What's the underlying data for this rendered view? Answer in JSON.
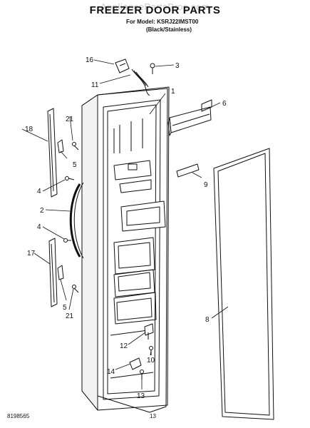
{
  "header": {
    "watermark": "AppliancePartsPros.com",
    "title": "FREEZER DOOR PARTS",
    "model_line": "For Model: KSRJ22IMST00",
    "variant_line": "(Black/Stainless)"
  },
  "callouts": {
    "c1": "1",
    "c2": "2",
    "c3": "3",
    "c4a": "4",
    "c4b": "4",
    "c5a": "5",
    "c5b": "5",
    "c6": "6",
    "c8": "8",
    "c9": "9",
    "c10": "10",
    "c11": "11",
    "c12": "12",
    "c13": "13",
    "c14": "14",
    "c16": "16",
    "c17": "17",
    "c18": "18",
    "c21a": "21",
    "c21b": "21"
  },
  "footer": {
    "doc_number": "8198565",
    "page_number": "13"
  }
}
